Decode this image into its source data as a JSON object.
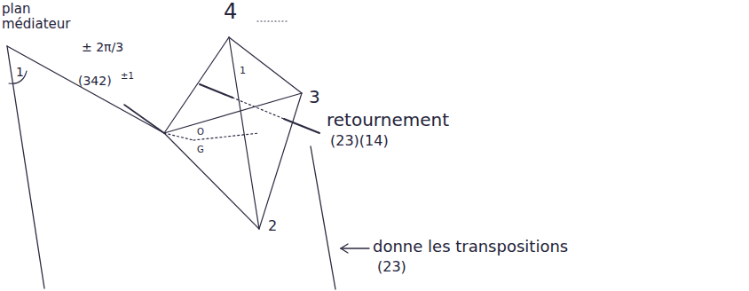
{
  "diagram": {
    "labels": [
      "plan médiateur",
      "1",
      "± 2π/3",
      "(342)",
      "±1",
      "4",
      "3",
      "2",
      "1",
      "O",
      "G",
      "retournement",
      "(23)(14)",
      "donne les transpositions",
      "(23)"
    ]
  }
}
